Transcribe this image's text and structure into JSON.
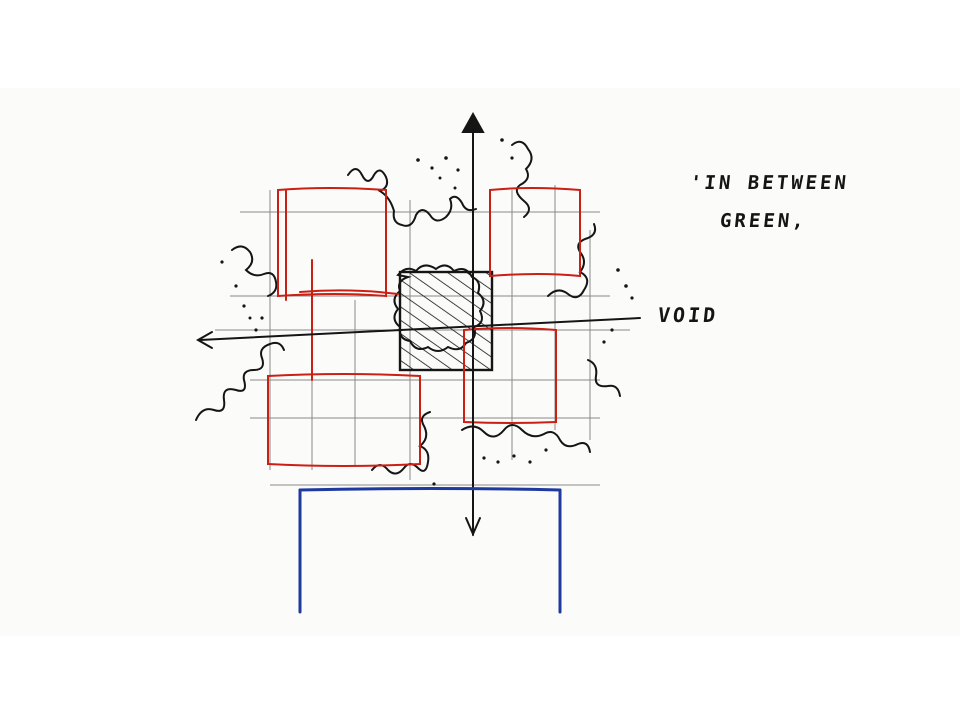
{
  "annotations": {
    "title_line1": "'IN BETWEEN",
    "title_line2": "GREEN,",
    "void_label": "VOID"
  },
  "colors": {
    "ink": "#151515",
    "red": "#cc1f14",
    "blue": "#1f3a9e",
    "pencil": "#8a8a8a",
    "paper": "#fbfbfa"
  }
}
